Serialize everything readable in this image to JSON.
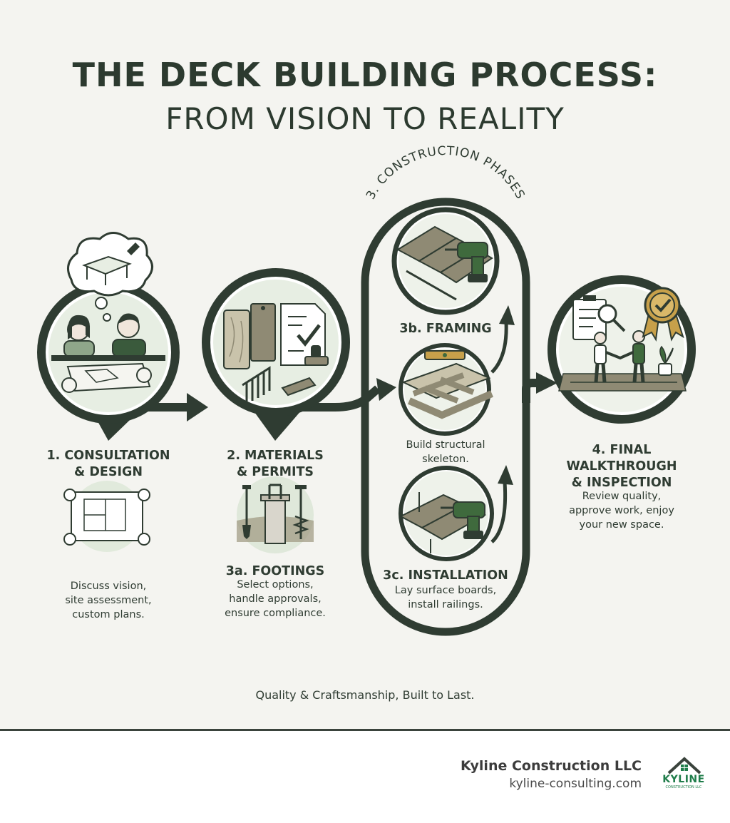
{
  "title": {
    "line1": "THE DECK BUILDING PROCESS:",
    "line2": "FROM VISION TO REALITY"
  },
  "construction_group": {
    "label": "3. CONSTRUCTION PHASES"
  },
  "steps": {
    "consultation": {
      "title": "1. CONSULTATION\n& DESIGN",
      "desc": "Discuss vision,\nsite assessment,\ncustom plans."
    },
    "materials": {
      "title": "2. MATERIALS\n& PERMITS"
    },
    "footings": {
      "title": "3a. FOOTINGS",
      "desc": "Select options,\nhandle approvals,\nensure compliance."
    },
    "framing": {
      "title": "3b. FRAMING",
      "desc": "Build structural\nskeleton."
    },
    "installation": {
      "title": "3c. INSTALLATION",
      "desc": "Lay surface boards,\ninstall railings."
    },
    "final": {
      "title": "4. FINAL\nWALKTHROUGH\n& INSPECTION",
      "desc": "Review quality,\napprove work, enjoy\nyour new space."
    }
  },
  "tagline": "Quality & Craftsmanship, Built to Last.",
  "footer": {
    "company": "Kyline Construction LLC",
    "website": "kyline-consulting.com",
    "logo_word": "KYLINE",
    "logo_sub": "CONSTRUCTION LLC"
  },
  "colors": {
    "dark": "#2f3c32",
    "soft_green": "#dfe8da",
    "wood": "#8f8a74",
    "tool_green": "#3f6a3d",
    "brand_green": "#1f7d4a",
    "badge_gold": "#c7a04a"
  }
}
